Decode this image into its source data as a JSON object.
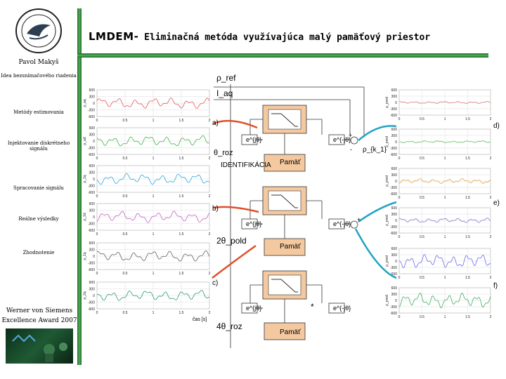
{
  "header": {
    "title_main": "LMDEM-",
    "title_sub": " Eliminačná metóda využívajúca malý pamäťový priestor"
  },
  "sidebar": {
    "author": "Pavol Makyš",
    "items": [
      {
        "label": "Idea bezsnímačového riadenia"
      },
      {
        "label": "Metódy estimovania"
      },
      {
        "label": "Injektovanie diskrétneho signálu"
      },
      {
        "label": "Spracovanie signálu"
      },
      {
        "label": "Reálne výsledky"
      },
      {
        "label": "Zhodnotenie"
      }
    ],
    "award_line1": "Werner von Siemens",
    "award_line2": "Excellence Award 2007"
  },
  "diagram": {
    "label_uref": "ρ_ref",
    "label_iaq": "I_aq",
    "label_a": "a)",
    "label_b": "b)",
    "label_c": "c)",
    "label_d": "d)",
    "label_e": "e)",
    "label_f": "f)",
    "label_theta": "θ_roz",
    "label_rho": "ρ_{k_1}",
    "label_ident": "IDENTIFIKÁCIA",
    "label_2theta": "2θ_pold",
    "label_4theta": "4θ_roz",
    "memory": "Pamäť",
    "ej_pos": "e^{jθ}",
    "ej_neg": "e^{-jθ}",
    "plus": "+",
    "minus": "-",
    "times": "*",
    "x_ticks": [
      "0",
      "0.5",
      "1",
      "1.5",
      "2"
    ],
    "x_unit": "čas [s]",
    "left_y_ticks": [
      "600",
      "300",
      "0",
      "-300",
      "-600"
    ],
    "right_y_ticks": [
      "600",
      "300",
      "0",
      "-300",
      "-600"
    ],
    "left_y_labels": [
      "ρ_aq",
      "ρ_ad",
      "ρ_1q",
      "ρ_1d",
      "ρ_1q",
      "ρ_2q"
    ],
    "right_y_labels": [
      "ρ_pred",
      "ρ_pred",
      "ρ_pred",
      "ρ_pred",
      "ρ_pred",
      "ρ_pred"
    ],
    "left_colors": [
      "#e05a5a",
      "#44b044",
      "#2aa8d8",
      "#c060c8",
      "#606060",
      "#2a9a6a"
    ],
    "right_colors": [
      "#e08080",
      "#68c468",
      "#e8a040",
      "#7b7bd8",
      "#6a6af0",
      "#40b060"
    ]
  }
}
